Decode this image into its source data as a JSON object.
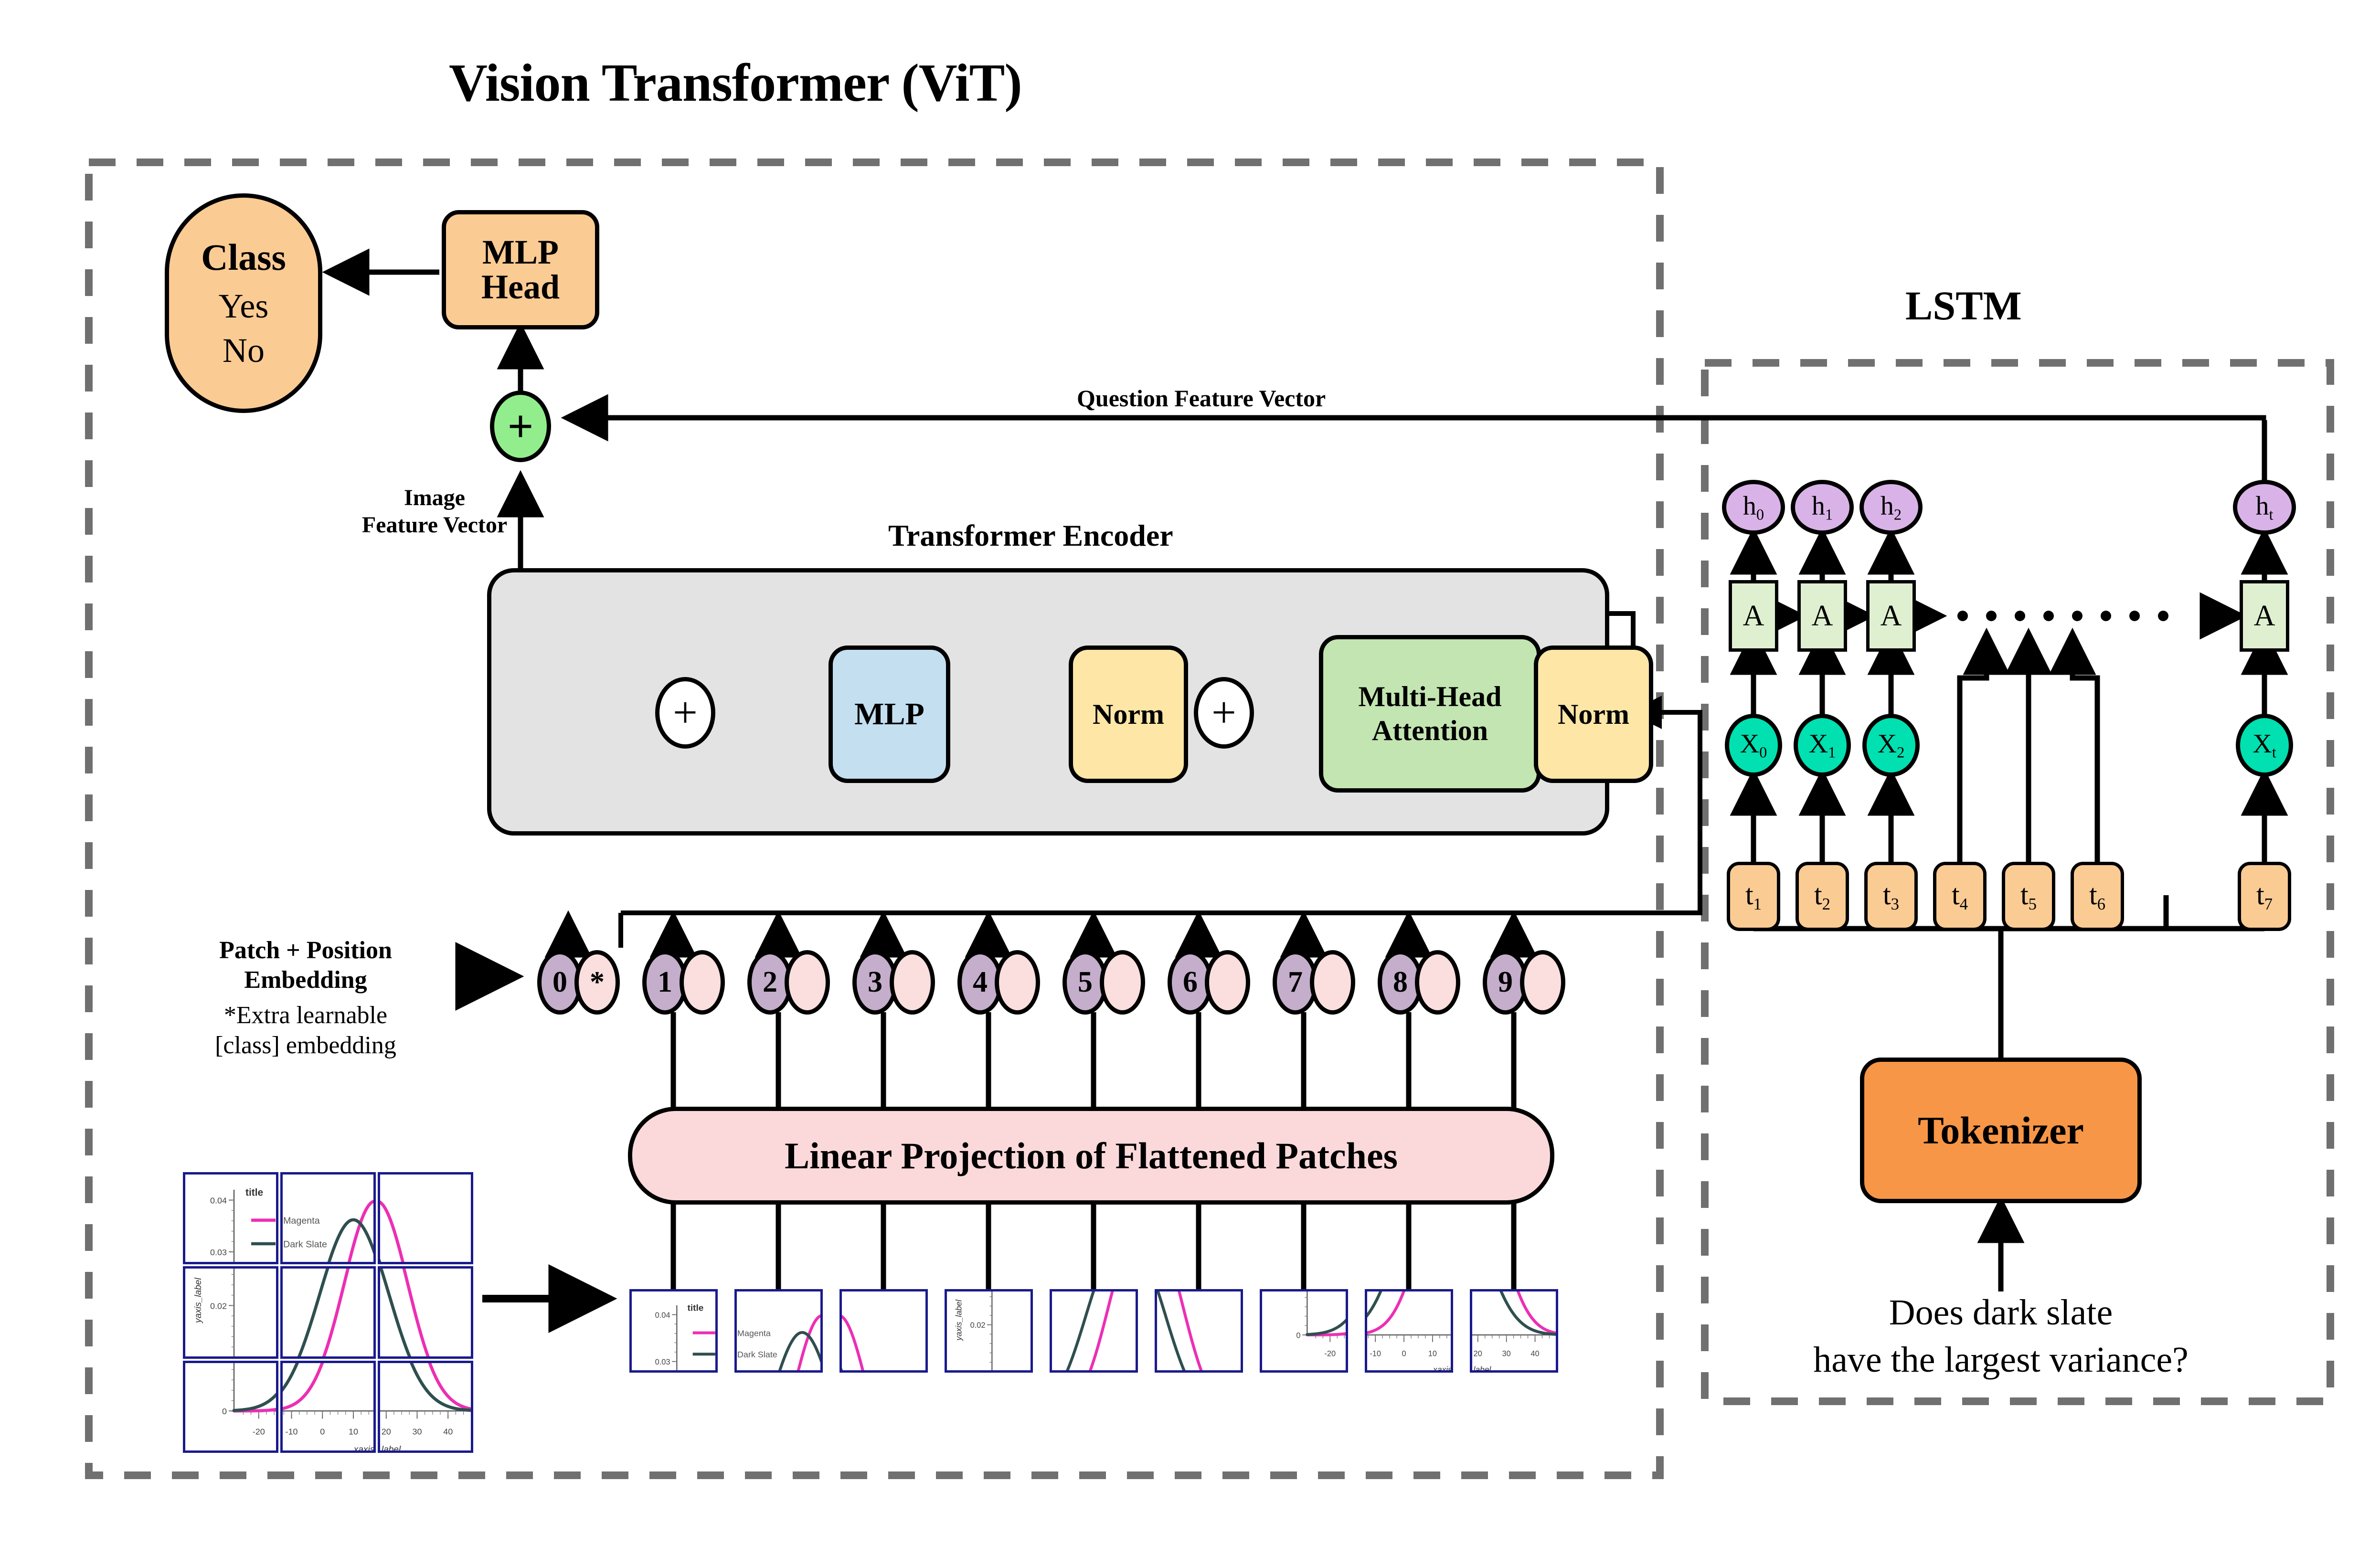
{
  "title": "Vision Transformer (ViT)",
  "sections": {
    "vit_label": "",
    "lstm_label": "LSTM"
  },
  "vit": {
    "class_box": {
      "heading": "Class",
      "options": [
        "Yes",
        "No"
      ]
    },
    "mlp_head": "MLP\nHead",
    "mlp_head_line1": "MLP",
    "mlp_head_line2": "Head",
    "sum_symbol": "+",
    "image_feature_vector_line1": "Image",
    "image_feature_vector_line2": "Feature Vector",
    "question_feature_vector": "Question Feature Vector",
    "encoder": {
      "title": "Transformer Encoder",
      "mlp": "MLP",
      "norm_left": "Norm",
      "norm_right": "Norm",
      "attention_line1": "Multi-Head",
      "attention_line2": "Attention",
      "plus_left": "+",
      "plus_right": "+"
    },
    "patch_position_embedding_line1": "Patch + Position",
    "patch_position_embedding_line2": "Embedding",
    "extra_learnable_line1": "*Extra learnable",
    "extra_learnable_line2": "[class] embedding",
    "class_token_star": "*",
    "token_indices": [
      "0",
      "1",
      "2",
      "3",
      "4",
      "5",
      "6",
      "7",
      "8",
      "9"
    ],
    "linear_projection": "Linear Projection of Flattened Patches"
  },
  "lstm": {
    "hidden_states": [
      "h",
      "h",
      "h",
      "h"
    ],
    "hidden_subs": [
      "0",
      "1",
      "2",
      "t"
    ],
    "cells": [
      "A",
      "A",
      "A",
      "A"
    ],
    "inputs": [
      "X",
      "X",
      "X",
      "X"
    ],
    "input_subs": [
      "0",
      "1",
      "2",
      "t"
    ],
    "tokens": [
      "t",
      "t",
      "t",
      "t",
      "t",
      "t",
      "t"
    ],
    "token_subs": [
      "1",
      "2",
      "3",
      "4",
      "5",
      "6",
      "7"
    ],
    "ellipsis_dots": 8,
    "tokenizer": "Tokenizer",
    "question_line1": "Does dark slate",
    "question_line2": "have the largest variance?"
  },
  "colors": {
    "orange": "#fbcb94",
    "orange_strong": "#f79646",
    "yellow": "#fde6a6",
    "green": "#c3e5b1",
    "light_green": "#dff0d0",
    "blue": "#c3dff0",
    "pink": "#fbd9db",
    "grey_panel": "#e3e3e3",
    "purple": "#d9b3e8",
    "teal": "#00e0b0",
    "lilac": "#c4aecb",
    "soft_pink": "#fbdede",
    "green_plus": "#92ee8d",
    "dashed_border": "#707070",
    "chart_magenta": "#ec2fb4",
    "chart_dark_slate": "#2f4f4f",
    "patch_border": "#1a1a8c"
  },
  "chart_data": {
    "type": "line",
    "title": "title",
    "xlabel": "xaxis_label",
    "ylabel": "yaxis_label",
    "xlim": [
      -28,
      48
    ],
    "ylim": [
      0,
      0.042
    ],
    "xticks": [
      -20,
      -10,
      0,
      10,
      20,
      30,
      40
    ],
    "xtick_labels": [
      "-20",
      "-10",
      "0",
      "10",
      "20",
      "30",
      "40"
    ],
    "yticks": [
      0,
      0.02,
      0.03,
      0.04
    ],
    "ytick_labels": [
      "0",
      "0.02",
      "0.03",
      "0.04"
    ],
    "grid": false,
    "legend_position": "upper left",
    "series": [
      {
        "name": "Magenta",
        "color": "#ec2fb4",
        "mean": 17,
        "sigma": 10,
        "peak": 0.0398,
        "x": [
          -28,
          -20,
          -10,
          0,
          5,
          10,
          14,
          17,
          20,
          25,
          30,
          35,
          40,
          48
        ],
        "y": [
          0.0,
          0.0001,
          0.0011,
          0.0074,
          0.016,
          0.0262,
          0.0345,
          0.0398,
          0.038,
          0.029,
          0.018,
          0.009,
          0.0036,
          0.0005
        ]
      },
      {
        "name": "Dark Slate",
        "color": "#2f4f4f",
        "mean": 10,
        "sigma": 11,
        "peak": 0.0362,
        "x": [
          -28,
          -20,
          -10,
          0,
          5,
          10,
          14,
          17,
          20,
          25,
          30,
          35,
          40,
          48
        ],
        "y": [
          0.0003,
          0.0016,
          0.008,
          0.0225,
          0.031,
          0.0362,
          0.034,
          0.03,
          0.025,
          0.015,
          0.0075,
          0.0028,
          0.0008,
          0.0001
        ]
      }
    ],
    "legend_entries": [
      "Magenta",
      "Dark Slate"
    ],
    "patch_grid": {
      "rows": 3,
      "cols": 3,
      "order": "row-major",
      "count": 9
    }
  },
  "icons": {
    "plus": "+",
    "arrow_right": "arrow-right-icon",
    "arrow_up": "arrow-up-icon",
    "arrow_left": "arrow-left-icon",
    "ellipsis": "ellipsis-dots-icon"
  }
}
